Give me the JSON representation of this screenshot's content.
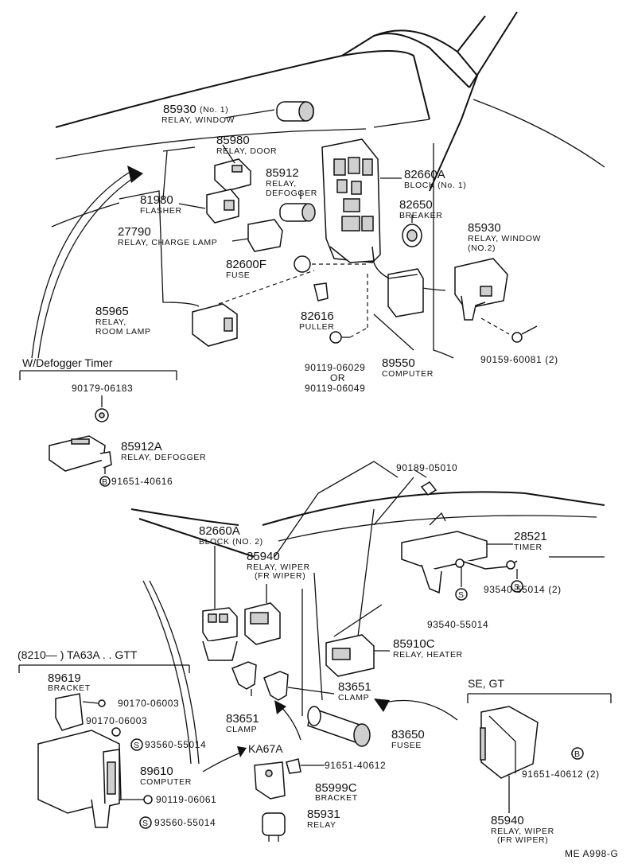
{
  "sections": {
    "defogger_timer": "W/Defogger Timer",
    "ta63a": "(8210—      ) TA63A . . GTT",
    "se_gt": "SE, GT",
    "ka67a": "KA67A"
  },
  "parts": {
    "p85930_1": {
      "num": "85930",
      "extra": "(No. 1)",
      "desc": "RELAY, WINDOW"
    },
    "p85980": {
      "num": "85980",
      "desc": "RELAY, DOOR"
    },
    "p85912": {
      "num": "85912",
      "desc1": "RELAY,",
      "desc2": "DEFOGGER"
    },
    "p82660A_1": {
      "num": "82660A",
      "desc": "BLOCK (No. 1)"
    },
    "p81980": {
      "num": "81980",
      "desc": "FLASHER"
    },
    "p82650": {
      "num": "82650",
      "desc": "BREAKER"
    },
    "p27790": {
      "num": "27790",
      "desc": "RELAY, CHARGE LAMP"
    },
    "p85930_2": {
      "num": "85930",
      "desc1": "RELAY, WINDOW",
      "desc2": "(NO.2)"
    },
    "p82600F": {
      "num": "82600F",
      "desc": "FUSE"
    },
    "p85965": {
      "num": "85965",
      "desc1": "RELAY,",
      "desc2": "ROOM LAMP"
    },
    "p82616": {
      "num": "82616",
      "desc": "PULLER"
    },
    "p90119a": {
      "num": "90119-06029",
      "or": "OR",
      "alt": "90119-06049"
    },
    "p89550": {
      "num": "89550",
      "desc": "COMPUTER"
    },
    "p90159": {
      "num": "90159-60081 (2)"
    },
    "p90179": {
      "num": "90179-06183"
    },
    "p85912A": {
      "num": "85912A",
      "desc": "RELAY, DEFOGGER"
    },
    "p91651a": {
      "num": "91651-40616"
    },
    "p90189": {
      "num": "90189-05010"
    },
    "p82660A_2": {
      "num": "82660A",
      "desc": "BLOCK (NO. 2)"
    },
    "p28521": {
      "num": "28521",
      "desc": "TIMER"
    },
    "p85940_a": {
      "num": "85940",
      "desc1": "RELAY, WIPER",
      "desc2": "(FR WIPER)"
    },
    "p93540b": {
      "num": "93540-55014 (2)"
    },
    "p93540a": {
      "num": "93540-55014"
    },
    "p85910C": {
      "num": "85910C",
      "desc": "RELAY, HEATER"
    },
    "p89619": {
      "num": "89619",
      "desc": "BRACKET"
    },
    "p90170a": {
      "num": "90170-06003"
    },
    "p90170b": {
      "num": "90170-06003"
    },
    "p83651a": {
      "num": "83651",
      "desc": "CLAMP"
    },
    "p83651b": {
      "num": "83651",
      "desc": "CLAMP"
    },
    "p93560a": {
      "num": "93560-55014"
    },
    "p83650": {
      "num": "83650",
      "desc": "FUSEE"
    },
    "p89610": {
      "num": "89610",
      "desc": "COMPUTER"
    },
    "p91651b": {
      "num": "91651-40612"
    },
    "p85999C": {
      "num": "85999C",
      "desc": "BRACKET"
    },
    "p91651c": {
      "num": "91651-40612 (2)"
    },
    "p90119b": {
      "num": "90119-06061"
    },
    "p85931": {
      "num": "85931",
      "desc": "RELAY"
    },
    "p85940_b": {
      "num": "85940",
      "desc1": "RELAY, WIPER",
      "desc2": "(FR WIPER)"
    },
    "p93560b": {
      "num": "93560-55014"
    }
  },
  "washer_symbol": "S",
  "bolt_symbol": "B",
  "footer": "ME  A998-G"
}
